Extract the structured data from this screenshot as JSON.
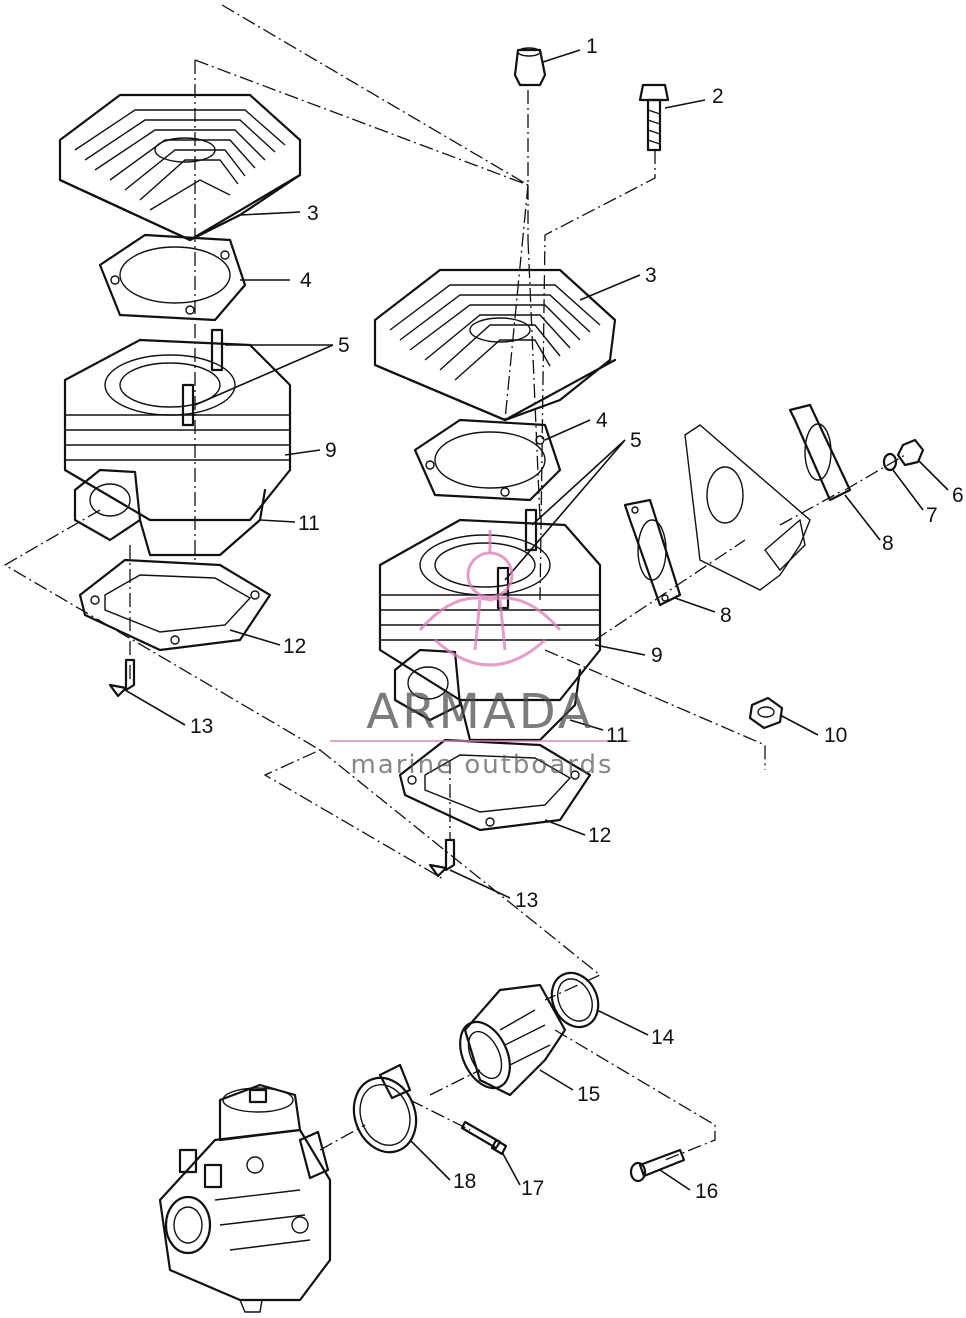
{
  "callouts": {
    "c1": "1",
    "c2": "2",
    "c3a": "3",
    "c3b": "3",
    "c4a": "4",
    "c4b": "4",
    "c5a": "5",
    "c5b": "5",
    "c6": "6",
    "c7": "7",
    "c8a": "8",
    "c8b": "8",
    "c9a": "9",
    "c9b": "9",
    "c10": "10",
    "c11a": "11",
    "c11b": "11",
    "c12a": "12",
    "c12b": "12",
    "c13a": "13",
    "c13b": "13",
    "c14": "14",
    "c15": "15",
    "c16": "16",
    "c17": "17",
    "c18": "18"
  },
  "watermark": {
    "title": "ARMADA",
    "subtitle": "marine outboards",
    "logo_color": "#d97fb8",
    "text_color": "#4a4a4a"
  }
}
